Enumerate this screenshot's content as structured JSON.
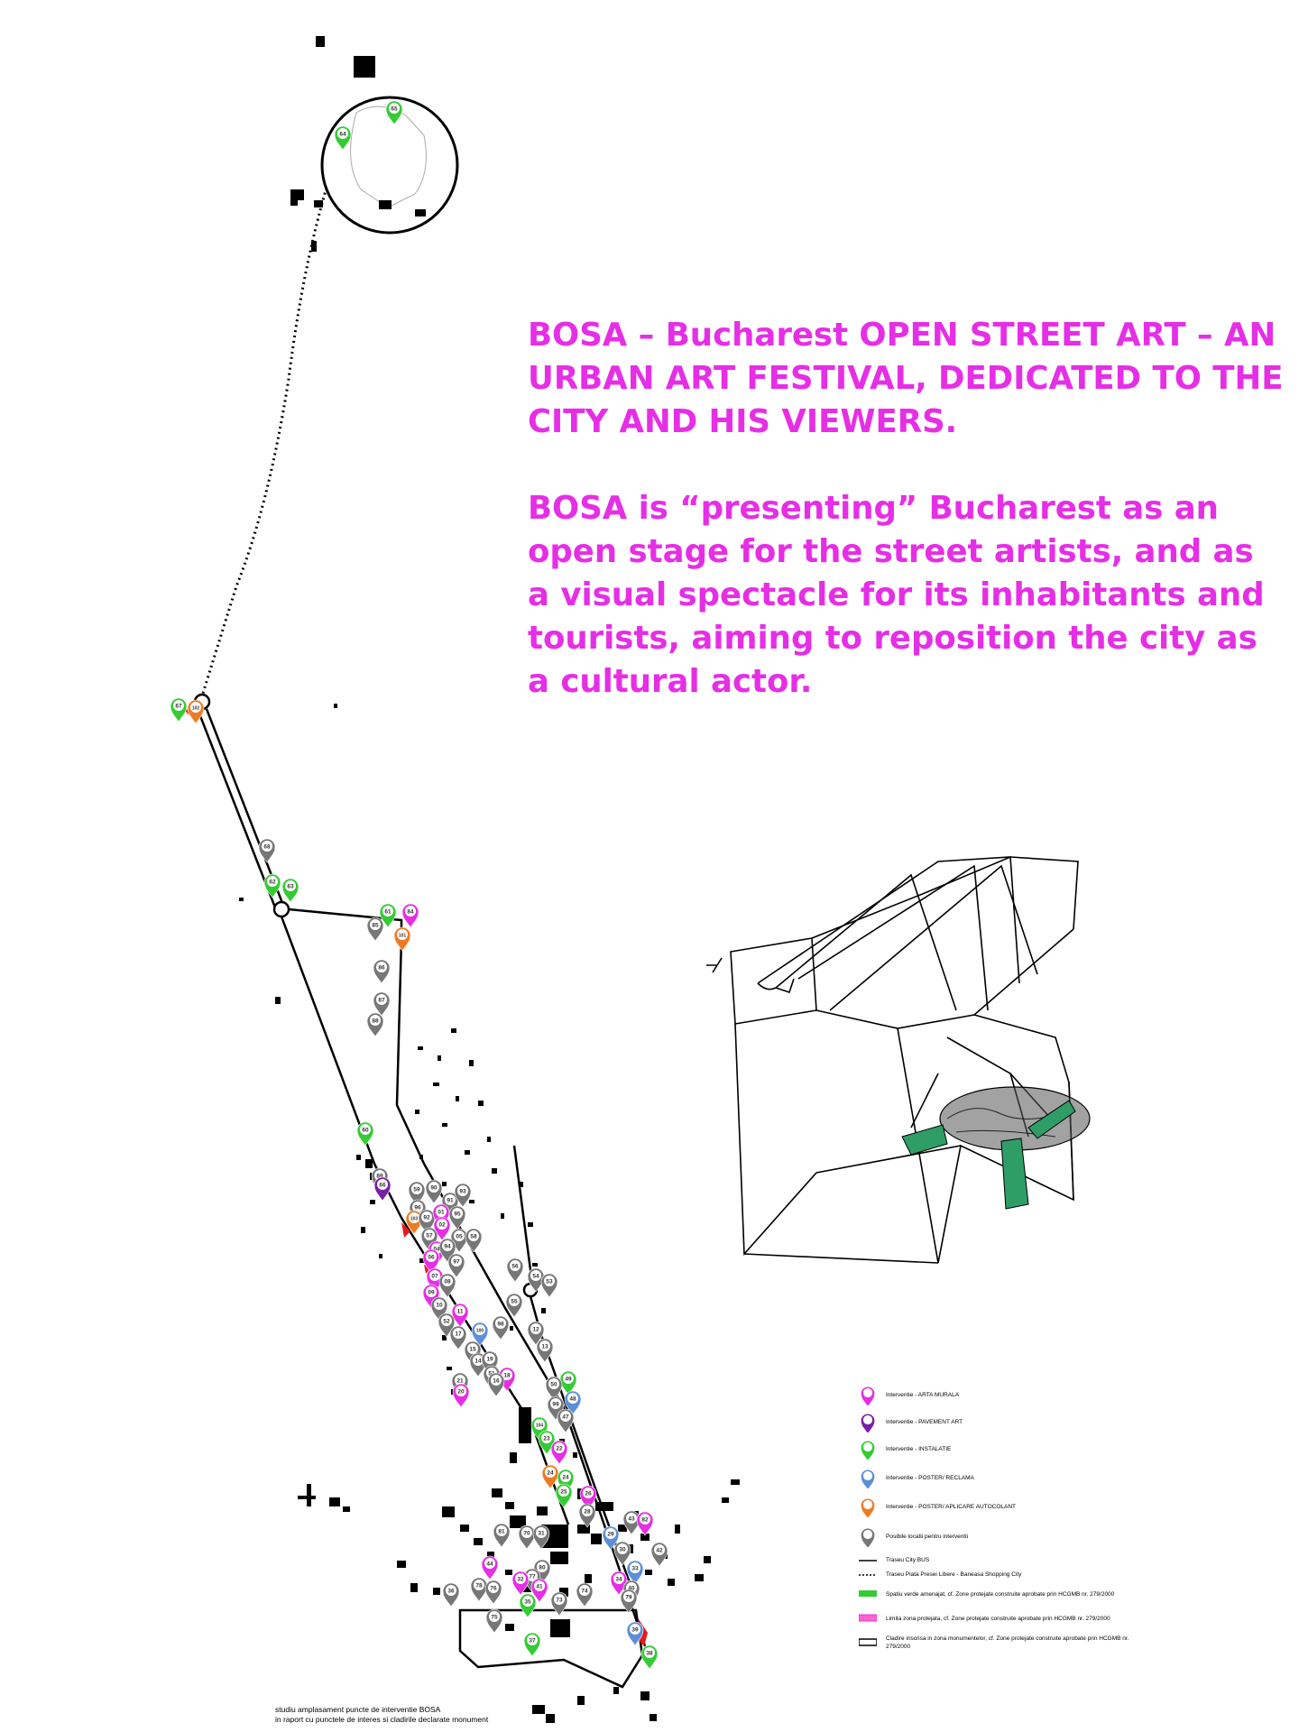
{
  "headline": {
    "title": "BOSA – Bucharest OPEN STREET ART – AN URBAN ART FESTIVAL, DEDICATED TO THE CITY AND HIS VIEWERS.",
    "body": "BOSA is “presenting” Bucharest as an open stage for the street artists, and as a visual spectacle for its inhabitants and tourists, aiming to reposition the city as a cultural actor."
  },
  "colors": {
    "murala": "#e62ee6",
    "pavement": "#7a1fa8",
    "instalatie": "#33cc33",
    "poster": "#5b8fd9",
    "autocolant": "#f07a22",
    "posibile": "#777777",
    "green_area": "#33cc33",
    "protected_zone": "#ff66cc",
    "line": "#000000",
    "sketch_green": "#2e9e66"
  },
  "legend": [
    {
      "key": "murala",
      "label": "Interventie - ARTA MURALA"
    },
    {
      "key": "pavement",
      "label": "Interventie - PAVEMENT ART"
    },
    {
      "key": "instalatie",
      "label": "Interventie - INSTALATIE"
    },
    {
      "key": "poster",
      "label": "Interventie - POSTER/ RECLAMA"
    },
    {
      "key": "autocolant",
      "label": "Interventie - POSTER/ APLICARE AUTOCOLANT"
    },
    {
      "key": "posibile",
      "label": "Posibile locatii pentru interventii"
    },
    {
      "key": "bus",
      "label": "Traseu City BUS"
    },
    {
      "key": "route",
      "label": "Traseu Piata Presei Libere - Baneasa Shopping City"
    },
    {
      "key": "green",
      "label": "Spatiu verde amenajat, cf. Zone protejate construite aprobate prin HCGMB nr. 279/2000"
    },
    {
      "key": "protected",
      "label": "Limita zona protejata, cf. Zone protejate construite aprobate prin HCGMB nr. 279/2000"
    },
    {
      "key": "monument",
      "label": "Cladire inscrisa in zona monumentelor, cf. Zone protejate construite aprobate prin HCGMB nr. 279/2000"
    }
  ],
  "caption": {
    "line1": "studiu amplasament puncte de interventie BOSA",
    "line2": "in raport cu punctele de interes si cladirile declarate monument"
  },
  "markers": [
    {
      "n": "64",
      "t": "instalatie"
    },
    {
      "n": "65",
      "t": "instalatie"
    },
    {
      "n": "67",
      "t": "instalatie"
    },
    {
      "n": "102",
      "t": "autocolant"
    },
    {
      "n": "68",
      "t": "posibile"
    },
    {
      "n": "62",
      "t": "instalatie"
    },
    {
      "n": "63",
      "t": "instalatie"
    },
    {
      "n": "85",
      "t": "posibile"
    },
    {
      "n": "61",
      "t": "instalatie"
    },
    {
      "n": "84",
      "t": "murala"
    },
    {
      "n": "101",
      "t": "autocolant"
    },
    {
      "n": "86",
      "t": "posibile"
    },
    {
      "n": "87",
      "t": "posibile"
    },
    {
      "n": "88",
      "t": "posibile"
    },
    {
      "n": "60",
      "t": "instalatie"
    },
    {
      "n": "89",
      "t": "posibile"
    },
    {
      "n": "66",
      "t": "pavement"
    },
    {
      "n": "59",
      "t": "posibile"
    },
    {
      "n": "90",
      "t": "posibile"
    },
    {
      "n": "91",
      "t": "posibile"
    },
    {
      "n": "93",
      "t": "posibile"
    },
    {
      "n": "96",
      "t": "posibile"
    },
    {
      "n": "103",
      "t": "autocolant"
    },
    {
      "n": "92",
      "t": "posibile"
    },
    {
      "n": "01",
      "t": "murala"
    },
    {
      "n": "95",
      "t": "posibile"
    },
    {
      "n": "02",
      "t": "murala"
    },
    {
      "n": "05",
      "t": "posibile"
    },
    {
      "n": "58",
      "t": "posibile"
    },
    {
      "n": "57",
      "t": "posibile"
    },
    {
      "n": "04",
      "t": "murala"
    },
    {
      "n": "94",
      "t": "posibile"
    },
    {
      "n": "06",
      "t": "murala"
    },
    {
      "n": "97",
      "t": "posibile"
    },
    {
      "n": "07",
      "t": "murala"
    },
    {
      "n": "08",
      "t": "posibile"
    },
    {
      "n": "56",
      "t": "posibile"
    },
    {
      "n": "54",
      "t": "posibile"
    },
    {
      "n": "53",
      "t": "posibile"
    },
    {
      "n": "09",
      "t": "murala"
    },
    {
      "n": "55",
      "t": "posibile"
    },
    {
      "n": "10",
      "t": "posibile"
    },
    {
      "n": "11",
      "t": "murala"
    },
    {
      "n": "52",
      "t": "posibile"
    },
    {
      "n": "100",
      "t": "poster"
    },
    {
      "n": "98",
      "t": "posibile"
    },
    {
      "n": "12",
      "t": "posibile"
    },
    {
      "n": "13",
      "t": "posibile"
    },
    {
      "n": "17",
      "t": "posibile"
    },
    {
      "n": "15",
      "t": "posibile"
    },
    {
      "n": "14",
      "t": "posibile"
    },
    {
      "n": "19",
      "t": "posibile"
    },
    {
      "n": "51",
      "t": "posibile"
    },
    {
      "n": "18",
      "t": "murala"
    },
    {
      "n": "21",
      "t": "posibile"
    },
    {
      "n": "16",
      "t": "posibile"
    },
    {
      "n": "20",
      "t": "murala"
    },
    {
      "n": "49",
      "t": "instalatie"
    },
    {
      "n": "50",
      "t": "posibile"
    },
    {
      "n": "48",
      "t": "poster"
    },
    {
      "n": "99",
      "t": "posibile"
    },
    {
      "n": "47",
      "t": "posibile"
    },
    {
      "n": "104",
      "t": "instalatie"
    },
    {
      "n": "23",
      "t": "instalatie"
    },
    {
      "n": "22",
      "t": "murala"
    },
    {
      "n": "24",
      "t": "autocolant"
    },
    {
      "n": "24",
      "t": "instalatie"
    },
    {
      "n": "25",
      "t": "instalatie"
    },
    {
      "n": "26",
      "t": "murala"
    },
    {
      "n": "28",
      "t": "posibile"
    },
    {
      "n": "43",
      "t": "posibile"
    },
    {
      "n": "82",
      "t": "murala"
    },
    {
      "n": "81",
      "t": "posibile"
    },
    {
      "n": "70",
      "t": "posibile"
    },
    {
      "n": "31",
      "t": "posibile"
    },
    {
      "n": "29",
      "t": "poster"
    },
    {
      "n": "30",
      "t": "posibile"
    },
    {
      "n": "42",
      "t": "posibile"
    },
    {
      "n": "44",
      "t": "murala"
    },
    {
      "n": "80",
      "t": "posibile"
    },
    {
      "n": "77",
      "t": "posibile"
    },
    {
      "n": "33",
      "t": "poster"
    },
    {
      "n": "32",
      "t": "murala"
    },
    {
      "n": "41",
      "t": "murala"
    },
    {
      "n": "34",
      "t": "murala"
    },
    {
      "n": "40",
      "t": "posibile"
    },
    {
      "n": "36",
      "t": "posibile"
    },
    {
      "n": "78",
      "t": "posibile"
    },
    {
      "n": "76",
      "t": "posibile"
    },
    {
      "n": "35",
      "t": "instalatie"
    },
    {
      "n": "73",
      "t": "posibile"
    },
    {
      "n": "74",
      "t": "posibile"
    },
    {
      "n": "79",
      "t": "posibile"
    },
    {
      "n": "75",
      "t": "posibile"
    },
    {
      "n": "39",
      "t": "poster"
    },
    {
      "n": "37",
      "t": "instalatie"
    },
    {
      "n": "38",
      "t": "instalatie"
    }
  ]
}
